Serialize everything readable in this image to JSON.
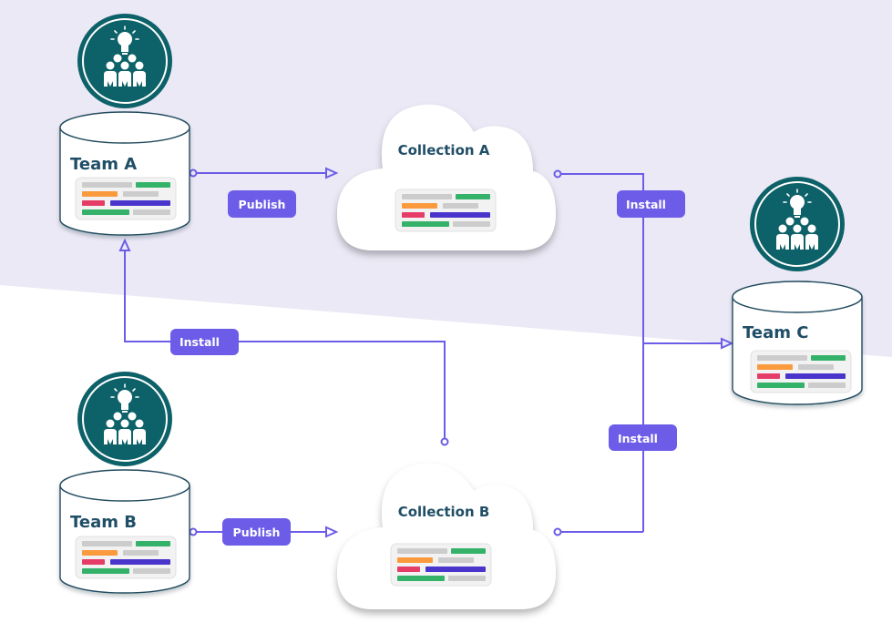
{
  "colors": {
    "background_band": "#ebe9f5",
    "connector": "#6c5ce7",
    "badge": "#6c5ce7",
    "team_icon": "#0d6168",
    "label_text": "#1f4e66",
    "bar_gray": "#cccccc",
    "bar_green": "#35b26a",
    "bar_orange": "#fb9a3c",
    "bar_red": "#e63d68",
    "bar_blue": "#4a35cc"
  },
  "teams": [
    {
      "id": "team-a",
      "label": "Team A",
      "icon": "team-idea-icon"
    },
    {
      "id": "team-b",
      "label": "Team B",
      "icon": "team-idea-icon"
    },
    {
      "id": "team-c",
      "label": "Team C",
      "icon": "team-idea-icon"
    }
  ],
  "collections": [
    {
      "id": "collection-a",
      "label": "Collection A",
      "icon": "cloud-icon"
    },
    {
      "id": "collection-b",
      "label": "Collection B",
      "icon": "cloud-icon"
    }
  ],
  "badges": {
    "publish_a": "Publish",
    "publish_b": "Publish",
    "install_a_to_c": "Install",
    "install_b_to_a": "Install",
    "install_b_to_c": "Install"
  },
  "flows": [
    {
      "from": "Team A",
      "to": "Collection A",
      "action": "Publish"
    },
    {
      "from": "Team B",
      "to": "Collection B",
      "action": "Publish"
    },
    {
      "from": "Collection A",
      "to": "Team C",
      "action": "Install"
    },
    {
      "from": "Collection B",
      "to": "Team C",
      "action": "Install"
    },
    {
      "from": "Collection B",
      "to": "Team A",
      "action": "Install"
    }
  ]
}
